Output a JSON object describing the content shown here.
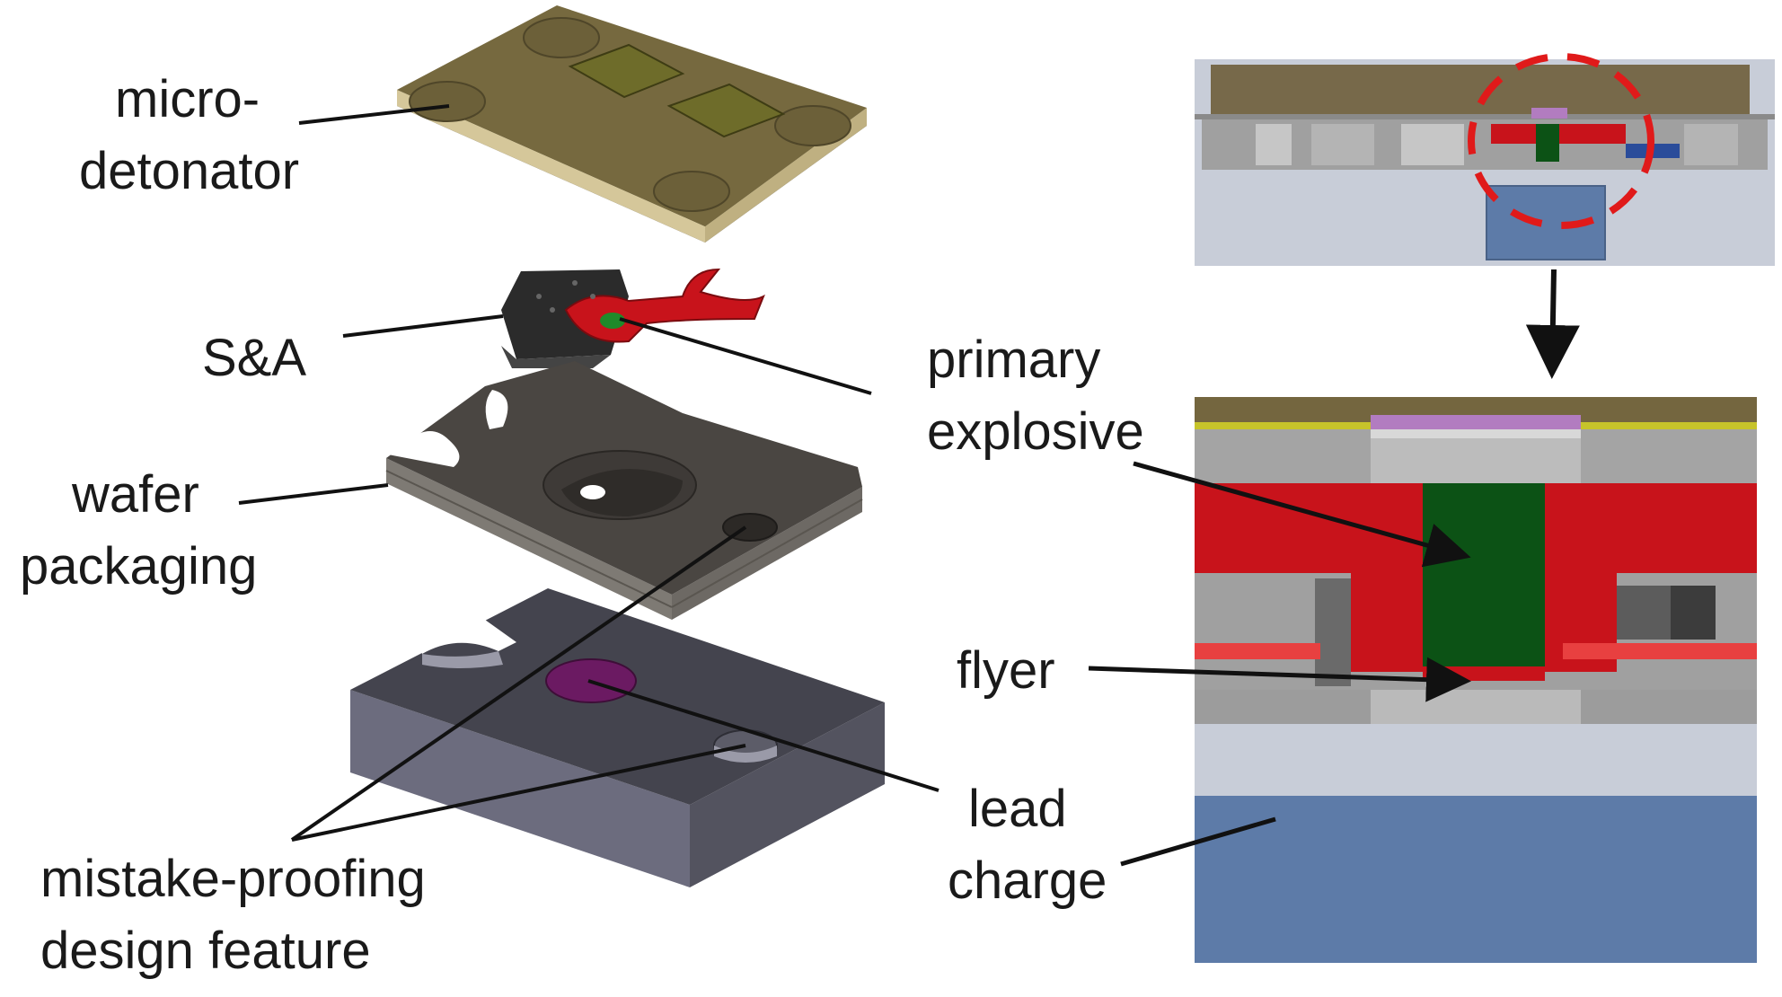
{
  "labels": {
    "micro_detonator_line1": "micro-",
    "micro_detonator_line2": "detonator",
    "sa": "S&A",
    "wafer_line1": "wafer",
    "wafer_line2": "packaging",
    "mistake_line1": "mistake-proofing",
    "mistake_line2": "design feature",
    "primary_line1": "primary",
    "primary_line2": "explosive",
    "flyer": "flyer",
    "lead_line1": "lead",
    "lead_line2": "charge"
  },
  "colors": {
    "detonator_top": "#73683f",
    "detonator_side": "#d2c494",
    "sa_body": "#2c2c2c",
    "sa_arm": "#c8131b",
    "wafer_top": "#4a4642",
    "wafer_side": "#8d8a86",
    "lead_block_top": "#4a4a56",
    "lead_block_side": "#7a7a8e",
    "lead_dot": "#7a1f6f",
    "primary_explosive": "#0c5215",
    "lead_charge": "#5d7ba8",
    "highlight_circle": "#e01a1a",
    "background_gray": "#c8cdd8"
  }
}
